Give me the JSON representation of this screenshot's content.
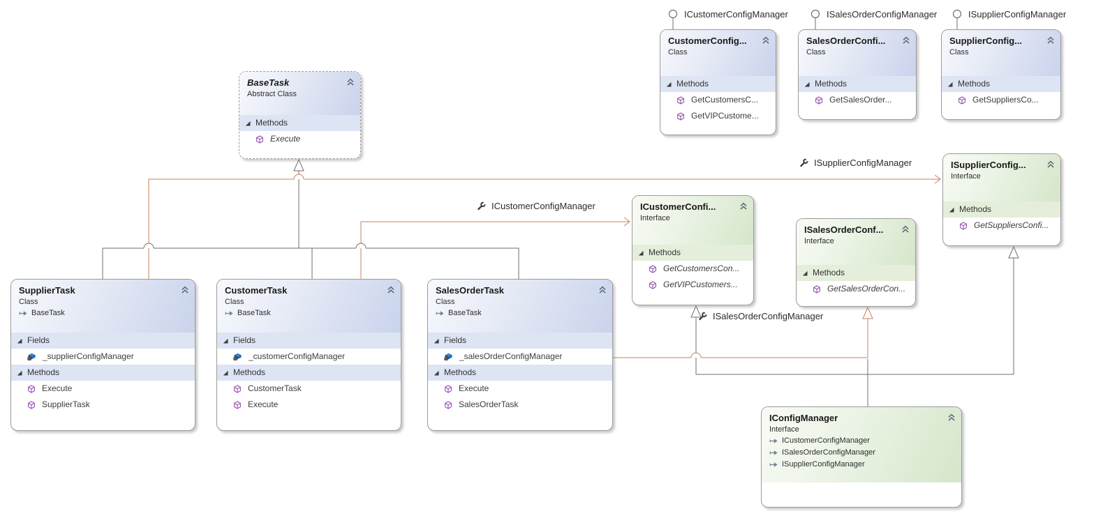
{
  "labels": {
    "fields": "Fields",
    "methods": "Methods"
  },
  "colors": {
    "association_line": "#C9825F",
    "inheritance_line": "#6F6F6F",
    "class_band": "#DDE4F3",
    "interface_band": "#E4EEDB",
    "method_icon": "#9147AD",
    "field_icon": "#1D6BC0"
  },
  "lollipops": {
    "customer": "ICustomerConfigManager",
    "salesOrder": "ISalesOrderConfigManager",
    "supplier": "ISupplierConfigManager"
  },
  "association_labels": {
    "supplier": "ISupplierConfigManager",
    "customer": "ICustomerConfigManager",
    "salesOrder": "ISalesOrderConfigManager"
  },
  "nodes": {
    "baseTask": {
      "title": "BaseTask",
      "stereotype": "Abstract Class",
      "methods": [
        "Execute"
      ]
    },
    "supplierTask": {
      "title": "SupplierTask",
      "stereotype": "Class",
      "base": "BaseTask",
      "fields": [
        "_supplierConfigManager"
      ],
      "methods": [
        "Execute",
        "SupplierTask"
      ]
    },
    "customerTask": {
      "title": "CustomerTask",
      "stereotype": "Class",
      "base": "BaseTask",
      "fields": [
        "_customerConfigManager"
      ],
      "methods": [
        "CustomerTask",
        "Execute"
      ]
    },
    "salesOrderTask": {
      "title": "SalesOrderTask",
      "stereotype": "Class",
      "base": "BaseTask",
      "fields": [
        "_salesOrderConfigManager"
      ],
      "methods": [
        "Execute",
        "SalesOrderTask"
      ]
    },
    "customerConfigManager": {
      "title": "CustomerConfig...",
      "stereotype": "Class",
      "methods": [
        "GetCustomersC...",
        "GetVIPCustome..."
      ]
    },
    "salesOrderConfigManager": {
      "title": "SalesOrderConfi...",
      "stereotype": "Class",
      "methods": [
        "GetSalesOrder..."
      ]
    },
    "supplierConfigManager": {
      "title": "SupplierConfig...",
      "stereotype": "Class",
      "methods": [
        "GetSuppliersCo..."
      ]
    },
    "iCustomerConfigManager": {
      "title": "ICustomerConfi...",
      "stereotype": "Interface",
      "methods": [
        "GetCustomersCon...",
        "GetVIPCustomers..."
      ]
    },
    "iSalesOrderConfigManager": {
      "title": "ISalesOrderConf...",
      "stereotype": "Interface",
      "methods": [
        "GetSalesOrderCon..."
      ]
    },
    "iSupplierConfigManager": {
      "title": "ISupplierConfig...",
      "stereotype": "Interface",
      "methods": [
        "GetSuppliersConfi..."
      ]
    },
    "iConfigManager": {
      "title": "IConfigManager",
      "stereotype": "Interface",
      "bases": [
        "ICustomerConfigManager",
        "ISalesOrderConfigManager",
        "ISupplierConfigManager"
      ]
    }
  }
}
